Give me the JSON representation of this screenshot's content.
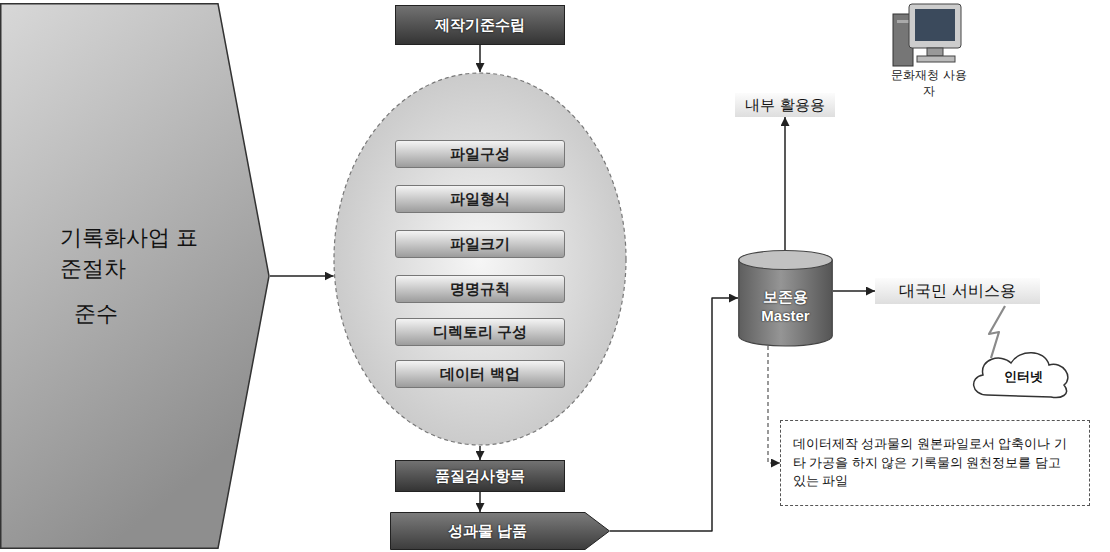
{
  "diagram": {
    "nodes": [
      {
        "text": [
          "기록화사업 표준절차",
          "준수"
        ]
      },
      {
        "text": [
          "제작기준수립"
        ]
      },
      {
        "text": []
      },
      {
        "text": [
          "파일구성"
        ],
        "in": 2
      },
      {
        "text": [
          "파일형식"
        ],
        "in": 2
      },
      {
        "text": [
          "파일크기"
        ],
        "in": 2
      },
      {
        "text": [
          "명명규칙"
        ],
        "in": 2
      },
      {
        "text": [
          "디렉토리 구성"
        ],
        "in": 2
      },
      {
        "text": [
          "데이터 백업"
        ],
        "in": 2
      },
      {
        "text": [
          "품질검사항목"
        ]
      },
      {
        "text": [
          "성과물 납품"
        ]
      },
      {
        "text": [
          "보존용 Master"
        ]
      },
      {
        "text": [
          "내부 활용용"
        ]
      },
      {
        "text": [
          "대국민 서비스용"
        ]
      },
      {
        "text": [
          "인터넷"
        ]
      },
      {
        "text": [
          "데이터제작 성과물의 원본파일로서 압축이나 기타 가공을 하지 않은 기록물의 원천정보를 담고 있는 파일"
        ]
      }
    ],
    "edges": [
      {
        "from": 0,
        "to": 2,
        "arrow": "to"
      },
      {
        "from": 1,
        "to": 2,
        "arrow": "to"
      },
      {
        "from": 2,
        "to": 9,
        "arrow": "to"
      },
      {
        "from": 9,
        "to": 10,
        "arrow": "to"
      },
      {
        "from": 10,
        "to": 11,
        "arrow": "to"
      },
      {
        "from": 11,
        "to": 12,
        "arrow": "to"
      },
      {
        "from": 11,
        "to": 13,
        "arrow": "to"
      },
      {
        "from": 13,
        "to": 14,
        "arrow": "none"
      },
      {
        "from": 11,
        "to": 15,
        "arrow": "to"
      }
    ],
    "labels": [
      "문화재청 사용자"
    ]
  }
}
